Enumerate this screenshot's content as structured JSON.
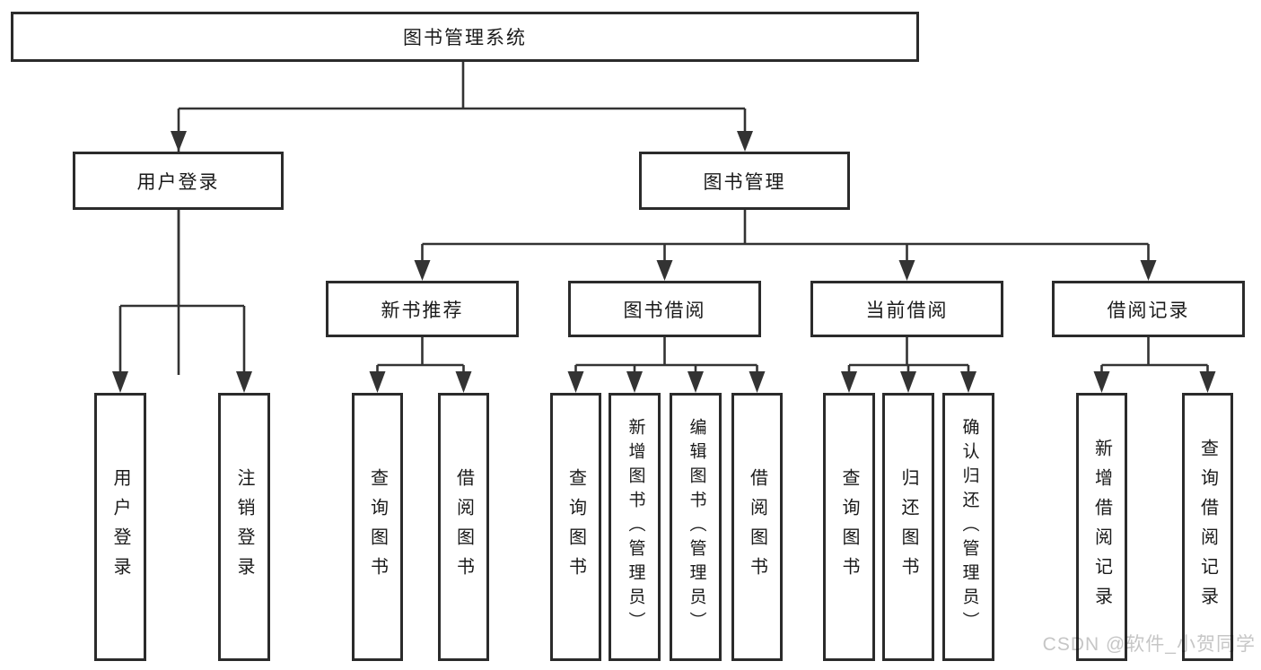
{
  "tree": {
    "label": "图书管理系统",
    "children": [
      {
        "label": "用户登录",
        "children": [
          {
            "label": "用户登录"
          },
          {
            "label": "注销登录"
          }
        ]
      },
      {
        "label": "图书管理",
        "children": [
          {
            "label": "新书推荐",
            "children": [
              {
                "label": "查询图书"
              },
              {
                "label": "借阅图书"
              }
            ]
          },
          {
            "label": "图书借阅",
            "children": [
              {
                "label": "查询图书"
              },
              {
                "label": "新增图书（管理员）"
              },
              {
                "label": "编辑图书（管理员）"
              },
              {
                "label": "借阅图书"
              }
            ]
          },
          {
            "label": "当前借阅",
            "children": [
              {
                "label": "查询图书"
              },
              {
                "label": "归还图书"
              },
              {
                "label": "确认归还（管理员）"
              }
            ]
          },
          {
            "label": "借阅记录",
            "children": [
              {
                "label": "新增借阅记录"
              },
              {
                "label": "查询借阅记录"
              }
            ]
          }
        ]
      }
    ]
  },
  "watermark": {
    "text": "CSDN @软件_小贺同学"
  },
  "colors": {
    "line": "#333333",
    "box_border": "#2b2b2b",
    "box_fill": "#ffffff",
    "text": "#1a1a1a",
    "watermark": "#c6c6c6",
    "background": "#ffffff"
  }
}
